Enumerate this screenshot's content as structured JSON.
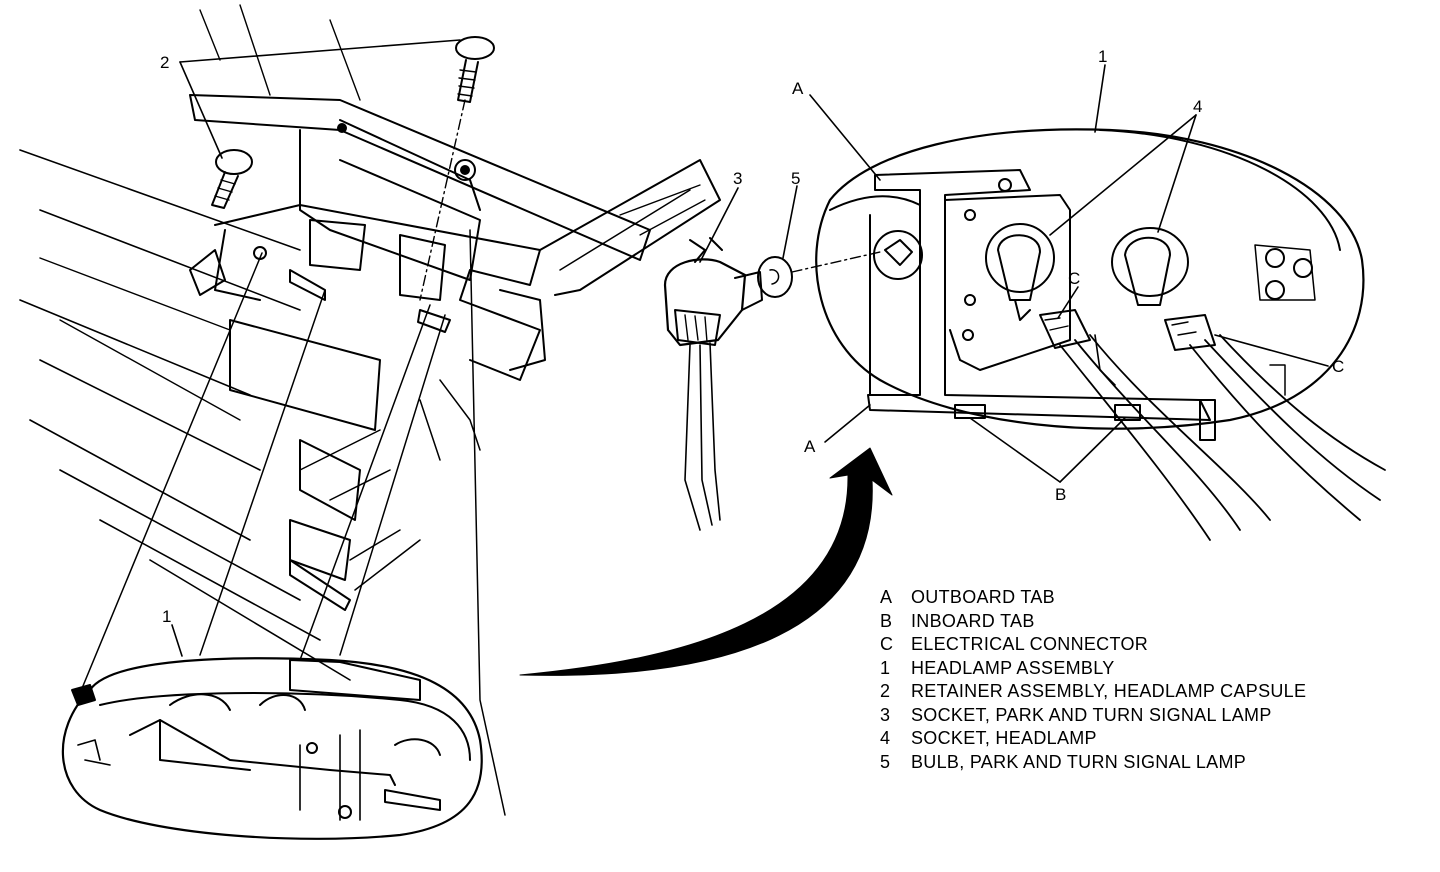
{
  "callouts": {
    "left_2": "2",
    "left_1": "1",
    "right_A_top": "A",
    "right_A_bottom": "A",
    "right_B": "B",
    "right_C_left": "C",
    "right_C_right": "C",
    "right_1": "1",
    "right_3": "3",
    "right_4": "4",
    "right_5": "5"
  },
  "legend": [
    {
      "key": "A",
      "text": "OUTBOARD TAB"
    },
    {
      "key": "B",
      "text": "INBOARD TAB"
    },
    {
      "key": "C",
      "text": "ELECTRICAL CONNECTOR"
    },
    {
      "key": "1",
      "text": "HEADLAMP ASSEMBLY"
    },
    {
      "key": "2",
      "text": "RETAINER ASSEMBLY, HEADLAMP CAPSULE"
    },
    {
      "key": "3",
      "text": "SOCKET, PARK AND TURN SIGNAL LAMP"
    },
    {
      "key": "4",
      "text": "SOCKET, HEADLAMP"
    },
    {
      "key": "5",
      "text": "BULB, PARK AND TURN SIGNAL LAMP"
    }
  ],
  "colors": {
    "ink": "#000000",
    "paper": "#ffffff"
  }
}
